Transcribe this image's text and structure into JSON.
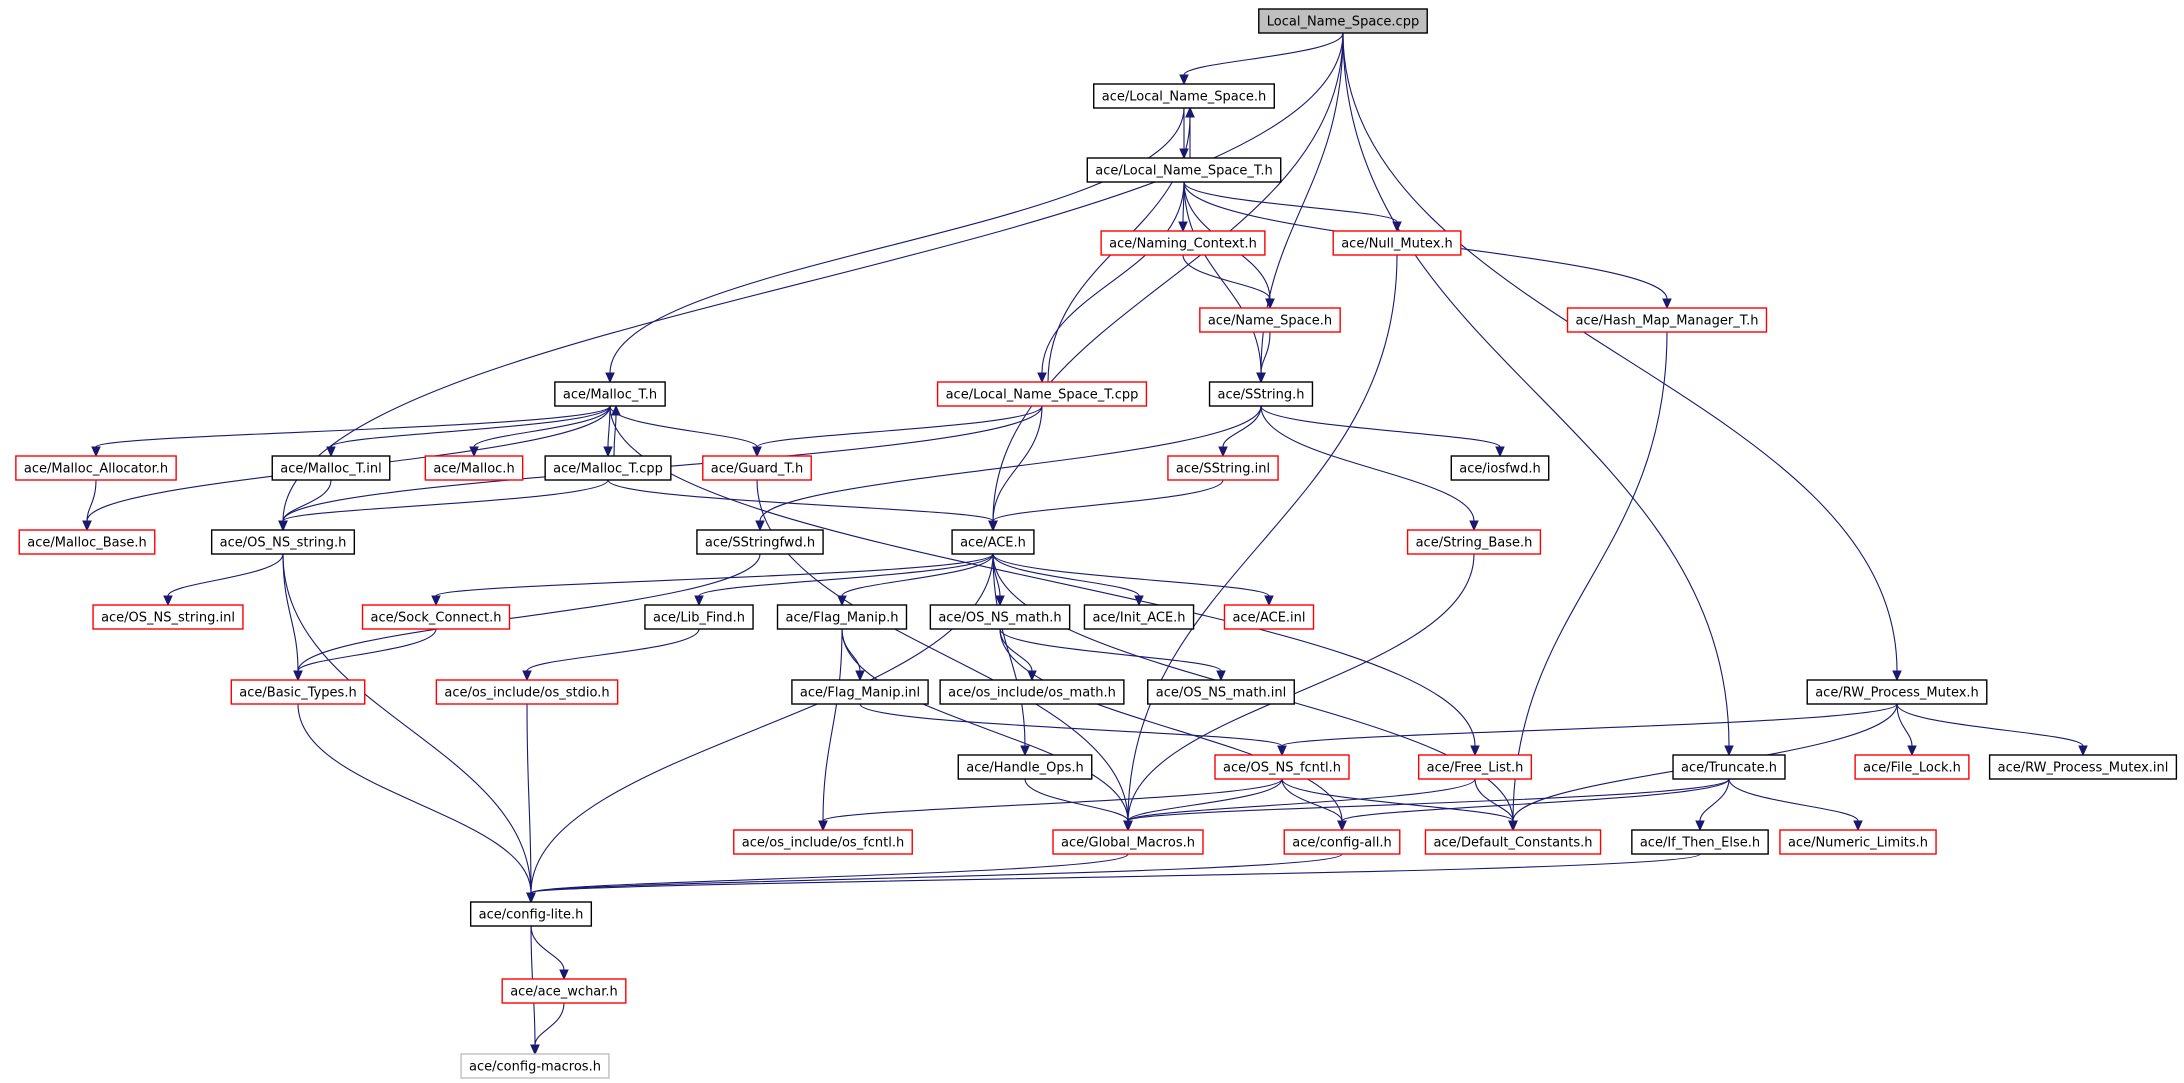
{
  "colors": {
    "edge": "#191970",
    "box_default": "#000000",
    "box_missing": "#ff0000",
    "box_external": "#bfbfbf",
    "box_root_fill": "#bfbfbf",
    "box_fill": "#ffffff"
  },
  "nodes": [
    {
      "id": "n0",
      "label": "Local_Name_Space.cpp",
      "style": "root"
    },
    {
      "id": "n1",
      "label": "ace/Local_Name_Space.h",
      "style": "default"
    },
    {
      "id": "n2",
      "label": "ace/Local_Name_Space_T.h",
      "style": "default"
    },
    {
      "id": "n3",
      "label": "ace/Naming_Context.h",
      "style": "missing"
    },
    {
      "id": "n4",
      "label": "ace/Null_Mutex.h",
      "style": "missing"
    },
    {
      "id": "n5",
      "label": "ace/Name_Space.h",
      "style": "missing"
    },
    {
      "id": "n6",
      "label": "ace/Hash_Map_Manager_T.h",
      "style": "missing"
    },
    {
      "id": "n7",
      "label": "ace/Malloc_T.h",
      "style": "default"
    },
    {
      "id": "n8",
      "label": "ace/Local_Name_Space_T.cpp",
      "style": "missing"
    },
    {
      "id": "n9",
      "label": "ace/SString.h",
      "style": "default"
    },
    {
      "id": "n10",
      "label": "ace/Malloc_Allocator.h",
      "style": "missing"
    },
    {
      "id": "n11",
      "label": "ace/Malloc_T.inl",
      "style": "default"
    },
    {
      "id": "n12",
      "label": "ace/Malloc.h",
      "style": "missing"
    },
    {
      "id": "n13",
      "label": "ace/Malloc_T.cpp",
      "style": "default"
    },
    {
      "id": "n14",
      "label": "ace/Guard_T.h",
      "style": "missing"
    },
    {
      "id": "n15",
      "label": "ace/SString.inl",
      "style": "missing"
    },
    {
      "id": "n16",
      "label": "ace/iosfwd.h",
      "style": "default"
    },
    {
      "id": "n17",
      "label": "ace/Malloc_Base.h",
      "style": "missing"
    },
    {
      "id": "n18",
      "label": "ace/OS_NS_string.h",
      "style": "default"
    },
    {
      "id": "n19",
      "label": "ace/SStringfwd.h",
      "style": "default"
    },
    {
      "id": "n20",
      "label": "ace/ACE.h",
      "style": "default"
    },
    {
      "id": "n21",
      "label": "ace/String_Base.h",
      "style": "missing"
    },
    {
      "id": "n22",
      "label": "ace/OS_NS_string.inl",
      "style": "missing"
    },
    {
      "id": "n23",
      "label": "ace/Sock_Connect.h",
      "style": "missing"
    },
    {
      "id": "n24",
      "label": "ace/Lib_Find.h",
      "style": "default"
    },
    {
      "id": "n25",
      "label": "ace/Flag_Manip.h",
      "style": "default"
    },
    {
      "id": "n26",
      "label": "ace/OS_NS_math.h",
      "style": "default"
    },
    {
      "id": "n27",
      "label": "ace/Init_ACE.h",
      "style": "default"
    },
    {
      "id": "n28",
      "label": "ace/ACE.inl",
      "style": "missing"
    },
    {
      "id": "n29",
      "label": "ace/Basic_Types.h",
      "style": "missing"
    },
    {
      "id": "n30",
      "label": "ace/os_include/os_stdio.h",
      "style": "missing"
    },
    {
      "id": "n31",
      "label": "ace/Flag_Manip.inl",
      "style": "default"
    },
    {
      "id": "n32",
      "label": "ace/os_include/os_math.h",
      "style": "default"
    },
    {
      "id": "n33",
      "label": "ace/OS_NS_math.inl",
      "style": "default"
    },
    {
      "id": "n34",
      "label": "ace/RW_Process_Mutex.h",
      "style": "default"
    },
    {
      "id": "n35",
      "label": "ace/Handle_Ops.h",
      "style": "default"
    },
    {
      "id": "n36",
      "label": "ace/OS_NS_fcntl.h",
      "style": "missing"
    },
    {
      "id": "n37",
      "label": "ace/Free_List.h",
      "style": "missing"
    },
    {
      "id": "n38",
      "label": "ace/Truncate.h",
      "style": "default"
    },
    {
      "id": "n39",
      "label": "ace/File_Lock.h",
      "style": "missing"
    },
    {
      "id": "n40",
      "label": "ace/RW_Process_Mutex.inl",
      "style": "default"
    },
    {
      "id": "n41",
      "label": "ace/os_include/os_fcntl.h",
      "style": "missing"
    },
    {
      "id": "n42",
      "label": "ace/Global_Macros.h",
      "style": "missing"
    },
    {
      "id": "n43",
      "label": "ace/config-all.h",
      "style": "missing"
    },
    {
      "id": "n44",
      "label": "ace/Default_Constants.h",
      "style": "missing"
    },
    {
      "id": "n45",
      "label": "ace/If_Then_Else.h",
      "style": "default"
    },
    {
      "id": "n46",
      "label": "ace/Numeric_Limits.h",
      "style": "missing"
    },
    {
      "id": "n47",
      "label": "ace/config-lite.h",
      "style": "default"
    },
    {
      "id": "n48",
      "label": "ace/ace_wchar.h",
      "style": "missing"
    },
    {
      "id": "n49",
      "label": "ace/config-macros.h",
      "style": "external"
    }
  ],
  "edges": [
    {
      "from": "n0",
      "to": "n1"
    },
    {
      "from": "n0",
      "to": "n18"
    },
    {
      "from": "n0",
      "to": "n20"
    },
    {
      "from": "n0",
      "to": "n9"
    },
    {
      "from": "n0",
      "to": "n38"
    },
    {
      "from": "n0",
      "to": "n34"
    },
    {
      "from": "n1",
      "to": "n2"
    },
    {
      "from": "n2",
      "to": "n1"
    },
    {
      "from": "n2",
      "to": "n3"
    },
    {
      "from": "n2",
      "to": "n5"
    },
    {
      "from": "n2",
      "to": "n4"
    },
    {
      "from": "n2",
      "to": "n6"
    },
    {
      "from": "n2",
      "to": "n9"
    },
    {
      "from": "n2",
      "to": "n8"
    },
    {
      "from": "n8",
      "to": "n1"
    },
    {
      "from": "n8",
      "to": "n20"
    },
    {
      "from": "n8",
      "to": "n14"
    },
    {
      "from": "n8",
      "to": "n18"
    },
    {
      "from": "n1",
      "to": "n7"
    },
    {
      "from": "n3",
      "to": "n5"
    },
    {
      "from": "n5",
      "to": "n9"
    },
    {
      "from": "n4",
      "to": "n42"
    },
    {
      "from": "n6",
      "to": "n44"
    },
    {
      "from": "n7",
      "to": "n10"
    },
    {
      "from": "n7",
      "to": "n17"
    },
    {
      "from": "n7",
      "to": "n11"
    },
    {
      "from": "n7",
      "to": "n12"
    },
    {
      "from": "n7",
      "to": "n13"
    },
    {
      "from": "n13",
      "to": "n7"
    },
    {
      "from": "n7",
      "to": "n14"
    },
    {
      "from": "n7",
      "to": "n37"
    },
    {
      "from": "n10",
      "to": "n17"
    },
    {
      "from": "n11",
      "to": "n18"
    },
    {
      "from": "n13",
      "to": "n18"
    },
    {
      "from": "n13",
      "to": "n20"
    },
    {
      "from": "n14",
      "to": "n42"
    },
    {
      "from": "n9",
      "to": "n15"
    },
    {
      "from": "n9",
      "to": "n16"
    },
    {
      "from": "n9",
      "to": "n19"
    },
    {
      "from": "n9",
      "to": "n21"
    },
    {
      "from": "n15",
      "to": "n20"
    },
    {
      "from": "n21",
      "to": "n42"
    },
    {
      "from": "n18",
      "to": "n22"
    },
    {
      "from": "n18",
      "to": "n29"
    },
    {
      "from": "n18",
      "to": "n47"
    },
    {
      "from": "n19",
      "to": "n29"
    },
    {
      "from": "n20",
      "to": "n23"
    },
    {
      "from": "n20",
      "to": "n24"
    },
    {
      "from": "n20",
      "to": "n25"
    },
    {
      "from": "n20",
      "to": "n26"
    },
    {
      "from": "n20",
      "to": "n27"
    },
    {
      "from": "n20",
      "to": "n28"
    },
    {
      "from": "n20",
      "to": "n35"
    },
    {
      "from": "n20",
      "to": "n44"
    },
    {
      "from": "n20",
      "to": "n47"
    },
    {
      "from": "n23",
      "to": "n29"
    },
    {
      "from": "n24",
      "to": "n30"
    },
    {
      "from": "n25",
      "to": "n31"
    },
    {
      "from": "n25",
      "to": "n41"
    },
    {
      "from": "n25",
      "to": "n42"
    },
    {
      "from": "n26",
      "to": "n32"
    },
    {
      "from": "n26",
      "to": "n33"
    },
    {
      "from": "n26",
      "to": "n43"
    },
    {
      "from": "n31",
      "to": "n36"
    },
    {
      "from": "n29",
      "to": "n47"
    },
    {
      "from": "n30",
      "to": "n47"
    },
    {
      "from": "n35",
      "to": "n42"
    },
    {
      "from": "n36",
      "to": "n41"
    },
    {
      "from": "n36",
      "to": "n42"
    },
    {
      "from": "n36",
      "to": "n43"
    },
    {
      "from": "n36",
      "to": "n44"
    },
    {
      "from": "n37",
      "to": "n42"
    },
    {
      "from": "n37",
      "to": "n44"
    },
    {
      "from": "n34",
      "to": "n36"
    },
    {
      "from": "n34",
      "to": "n39"
    },
    {
      "from": "n34",
      "to": "n40"
    },
    {
      "from": "n34",
      "to": "n44"
    },
    {
      "from": "n38",
      "to": "n42"
    },
    {
      "from": "n38",
      "to": "n43"
    },
    {
      "from": "n38",
      "to": "n45"
    },
    {
      "from": "n38",
      "to": "n46"
    },
    {
      "from": "n42",
      "to": "n47"
    },
    {
      "from": "n43",
      "to": "n47"
    },
    {
      "from": "n45",
      "to": "n47"
    },
    {
      "from": "n47",
      "to": "n48"
    },
    {
      "from": "n47",
      "to": "n49"
    },
    {
      "from": "n48",
      "to": "n49"
    }
  ]
}
